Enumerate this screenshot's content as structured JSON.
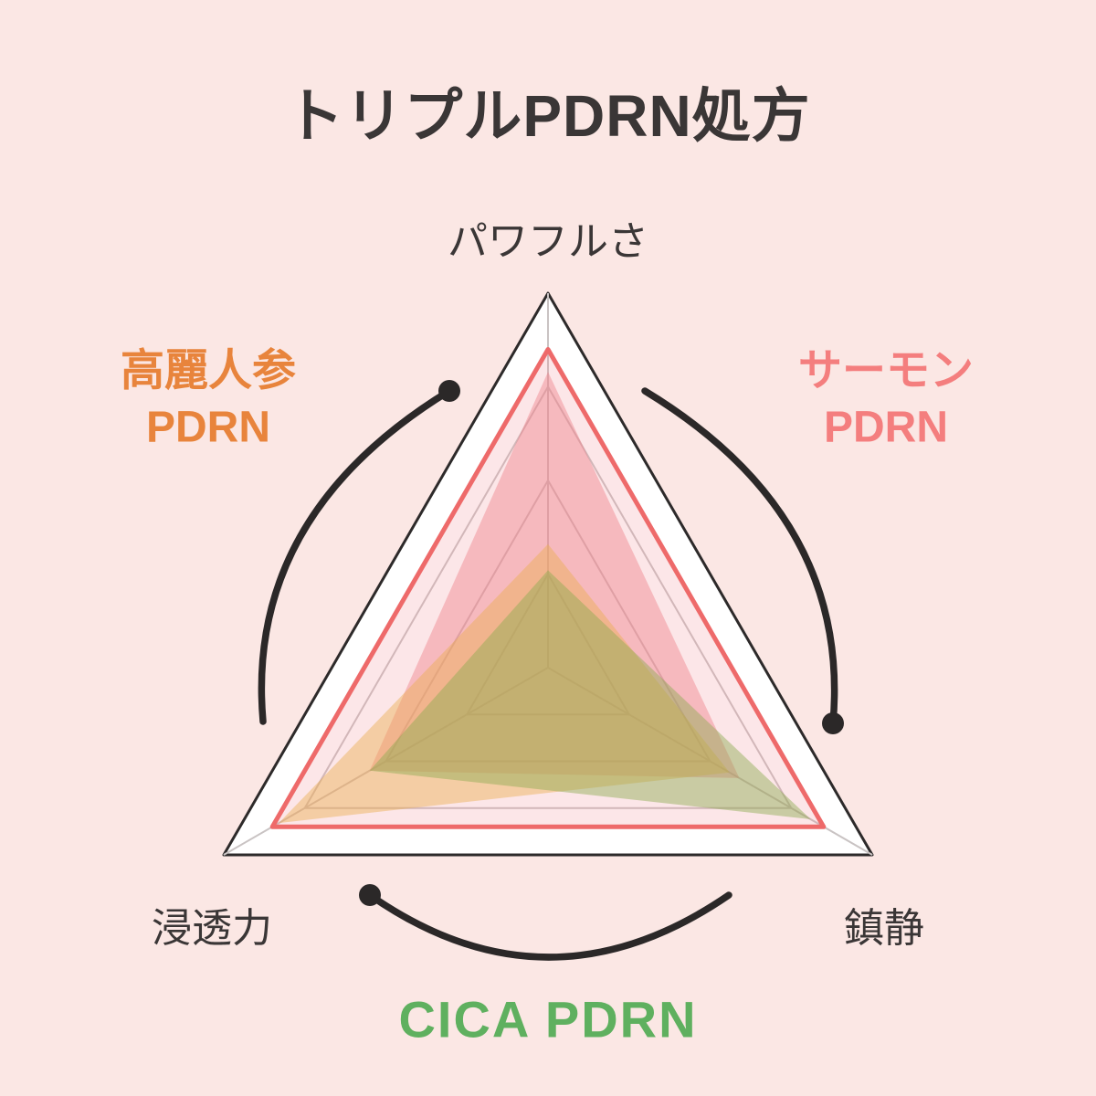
{
  "title": "トリプルPDRN処方",
  "chart_data": {
    "type": "radar",
    "shape": "triangle",
    "axes": [
      "パワフルさ",
      "鎮静",
      "浸透力"
    ],
    "axis_max": 100,
    "grid_levels_percent": [
      25,
      50,
      75
    ],
    "outer_frame_percent": 100,
    "legend_position": "around-chart",
    "series": [
      {
        "id": "triple-combined-outline",
        "label": "",
        "values": [
          85,
          85,
          85
        ],
        "stroke": "#ee6a6a",
        "stroke_width": 5,
        "fill": "#f28b96",
        "fill_opacity": 0.22
      },
      {
        "id": "salmon-pdrn",
        "label": "サーモンPDRN",
        "values": [
          79,
          59,
          55
        ],
        "stroke": "none",
        "stroke_width": 0,
        "fill": "#f0828c",
        "fill_opacity": 0.45
      },
      {
        "id": "ginseng-pdrn",
        "label": "高麗人参PDRN",
        "values": [
          33,
          56,
          83
        ],
        "stroke": "none",
        "stroke_width": 0,
        "fill": "#ecb052",
        "fill_opacity": 0.45
      },
      {
        "id": "cica-pdrn",
        "label": "CICA PDRN",
        "values": [
          26,
          81,
          55
        ],
        "stroke": "none",
        "stroke_width": 0,
        "fill": "#8caa50",
        "fill_opacity": 0.45
      }
    ]
  },
  "series_labels": {
    "ginseng_line1": "高麗人参",
    "ginseng_line2": "PDRN",
    "salmon_line1": "サーモン",
    "salmon_line2": "PDRN",
    "cica": "CICA PDRN"
  },
  "colors": {
    "background": "#fbe7e4",
    "title_text": "#3a3636",
    "axis_text": "#3a3636",
    "ginseng_label": "#e8843c",
    "salmon_label": "#f47e7e",
    "cica_label": "#5fb05f",
    "outer_triangle_stroke": "#2d2a2a",
    "outer_triangle_fill": "#ffffff",
    "grid_line": "#c9c3c3",
    "arrow": "#2b2828",
    "combined_outline": "#ee6a6a"
  }
}
